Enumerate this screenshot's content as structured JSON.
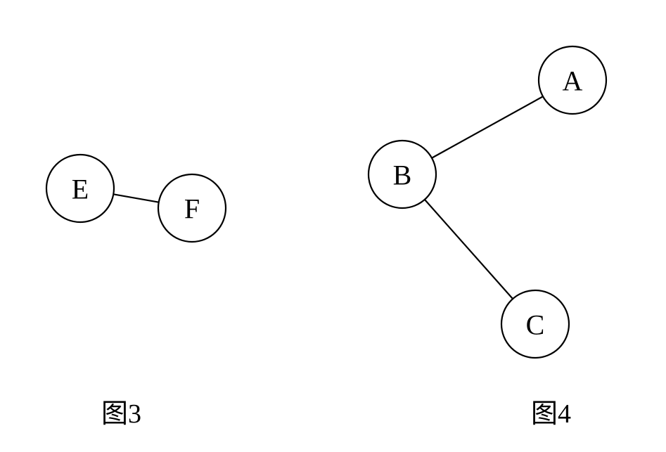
{
  "figures": [
    {
      "caption": "图3",
      "nodes": [
        "E",
        "F"
      ],
      "edges": [
        [
          "E",
          "F"
        ]
      ]
    },
    {
      "caption": "图4",
      "nodes": [
        "A",
        "B",
        "C"
      ],
      "edges": [
        [
          "B",
          "A"
        ],
        [
          "B",
          "C"
        ]
      ]
    }
  ],
  "colors": {
    "stroke": "#000000",
    "fill": "#ffffff"
  }
}
